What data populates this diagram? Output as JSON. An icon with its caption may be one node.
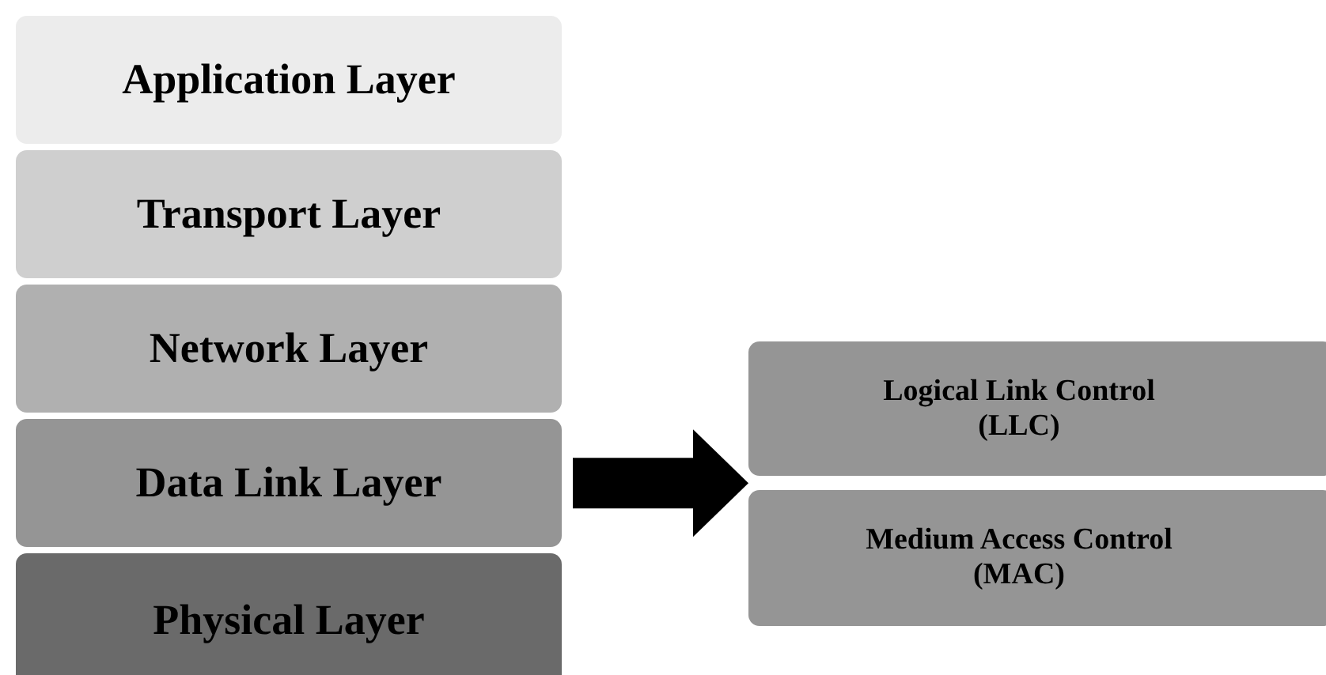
{
  "diagram": {
    "nodes": [
      {
        "text": [
          "Application Layer"
        ]
      },
      {
        "text": [
          "Transport Layer"
        ]
      },
      {
        "text": [
          "Network Layer"
        ]
      },
      {
        "text": [
          "Data Link Layer"
        ]
      },
      {
        "text": [
          "Physical Layer"
        ]
      },
      {
        "text": [
          "Logical Link Control (LLC)"
        ]
      },
      {
        "text": [
          "Medium Access Control (MAC)"
        ]
      }
    ],
    "edges": [
      {
        "from": 3,
        "to": 5,
        "arrow": "to"
      },
      {
        "from": 3,
        "to": 6,
        "arrow": "to"
      }
    ]
  }
}
